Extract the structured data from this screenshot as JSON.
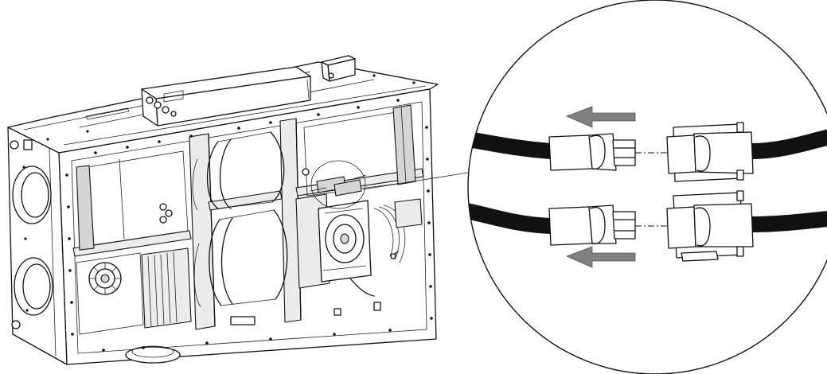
{
  "diagram": {
    "colors": {
      "line": "#111111",
      "arrow": "#808080",
      "cable": "#111111",
      "background": "#ffffff"
    },
    "icons": [
      "detail-callout-circle",
      "arrow-left-icon",
      "cable-connector-icon"
    ],
    "connections": [
      {
        "id": "upper",
        "action": "disconnect",
        "arrow": "left"
      },
      {
        "id": "lower",
        "action": "disconnect",
        "arrow": "left"
      }
    ]
  }
}
